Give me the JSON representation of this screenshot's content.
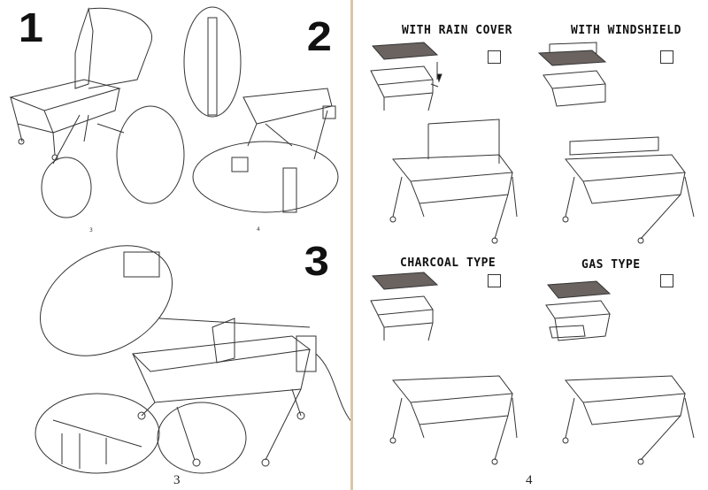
{
  "left_page": {
    "step_numbers": [
      "1",
      "2",
      "3"
    ],
    "figure_numbers": [
      "3",
      "4"
    ],
    "page_number": "3"
  },
  "right_page": {
    "sections": [
      {
        "title": "WITH RAIN COVER",
        "checked": false
      },
      {
        "title": "WITH WINDSHIELD",
        "checked": false
      },
      {
        "title": "CHARCOAL TYPE",
        "checked": false
      },
      {
        "title": "GAS TYPE",
        "checked": false
      }
    ],
    "page_number": "4"
  },
  "colors": {
    "divider": "#d9c7a4",
    "ink": "#333333",
    "cover": "#6a6360"
  }
}
